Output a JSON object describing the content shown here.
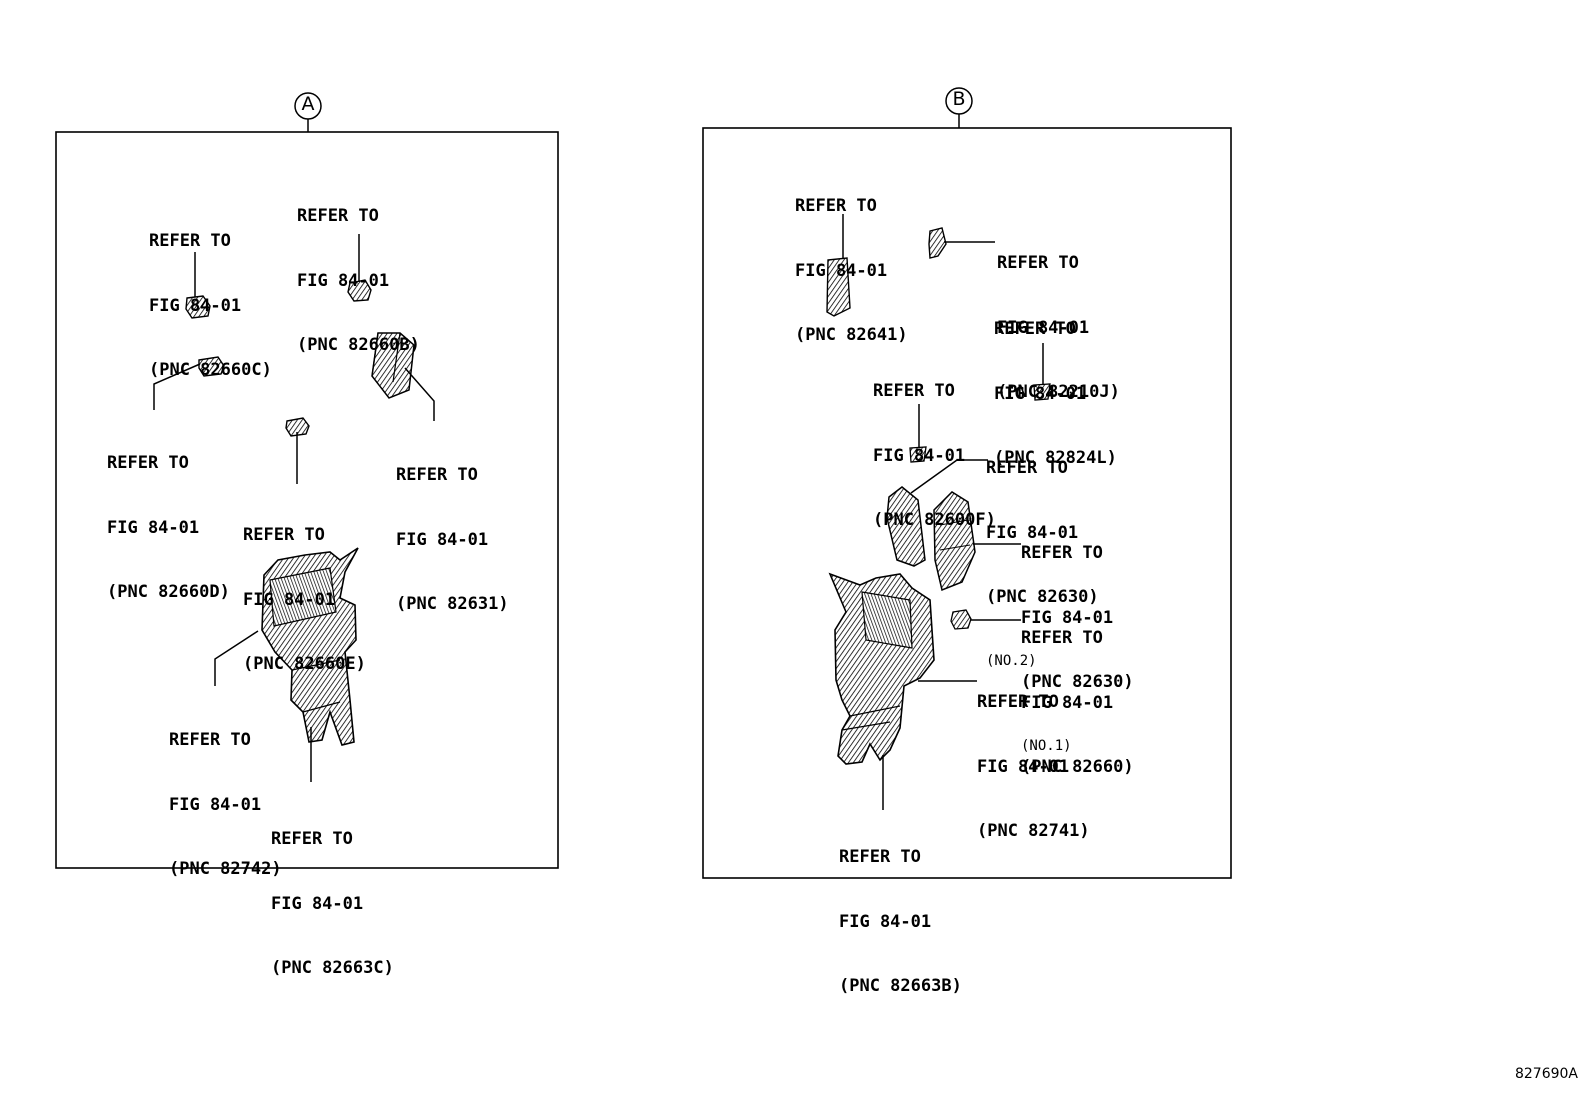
{
  "panels": [
    {
      "id": "A",
      "callouts": [
        {
          "lines": [
            "REFER TO",
            "FIG 84-01",
            "(PNC 82660C)"
          ]
        },
        {
          "lines": [
            "REFER TO",
            "FIG 84-01",
            "(PNC 82660B)"
          ]
        },
        {
          "lines": [
            "REFER TO",
            "FIG 84-01",
            "(PNC 82660D)"
          ]
        },
        {
          "lines": [
            "REFER TO",
            "FIG 84-01",
            "(PNC 82631)"
          ]
        },
        {
          "lines": [
            "REFER TO",
            "FIG 84-01",
            "(PNC 82660E)"
          ]
        },
        {
          "lines": [
            "REFER TO",
            "FIG 84-01",
            "(PNC 82742)"
          ]
        },
        {
          "lines": [
            "REFER TO",
            "FIG 84-01",
            "(PNC 82663C)"
          ]
        }
      ]
    },
    {
      "id": "B",
      "callouts": [
        {
          "lines": [
            "REFER TO",
            "FIG 84-01",
            "(PNC 82641)"
          ]
        },
        {
          "lines": [
            "REFER TO",
            "FIG 84-01",
            "(PNC 82210J)"
          ]
        },
        {
          "lines": [
            "REFER TO",
            "FIG 84-01",
            "(PNC 82824L)"
          ]
        },
        {
          "lines": [
            "REFER TO",
            "FIG 84-01",
            "(PNC 82600F)"
          ]
        },
        {
          "lines": [
            "REFER TO",
            "FIG 84-01",
            "(PNC 82630)"
          ],
          "note": "(NO.2)"
        },
        {
          "lines": [
            "REFER TO",
            "FIG 84-01",
            "(PNC 82630)"
          ],
          "note": "(NO.1)"
        },
        {
          "lines": [
            "REFER TO",
            "FIG 84-01",
            "(PNC 82660)"
          ]
        },
        {
          "lines": [
            "REFER TO",
            "FIG 84-01",
            "(PNC 82741)"
          ]
        },
        {
          "lines": [
            "REFER TO",
            "FIG 84-01",
            "(PNC 82663B)"
          ]
        }
      ]
    }
  ],
  "document_number": "827690A"
}
